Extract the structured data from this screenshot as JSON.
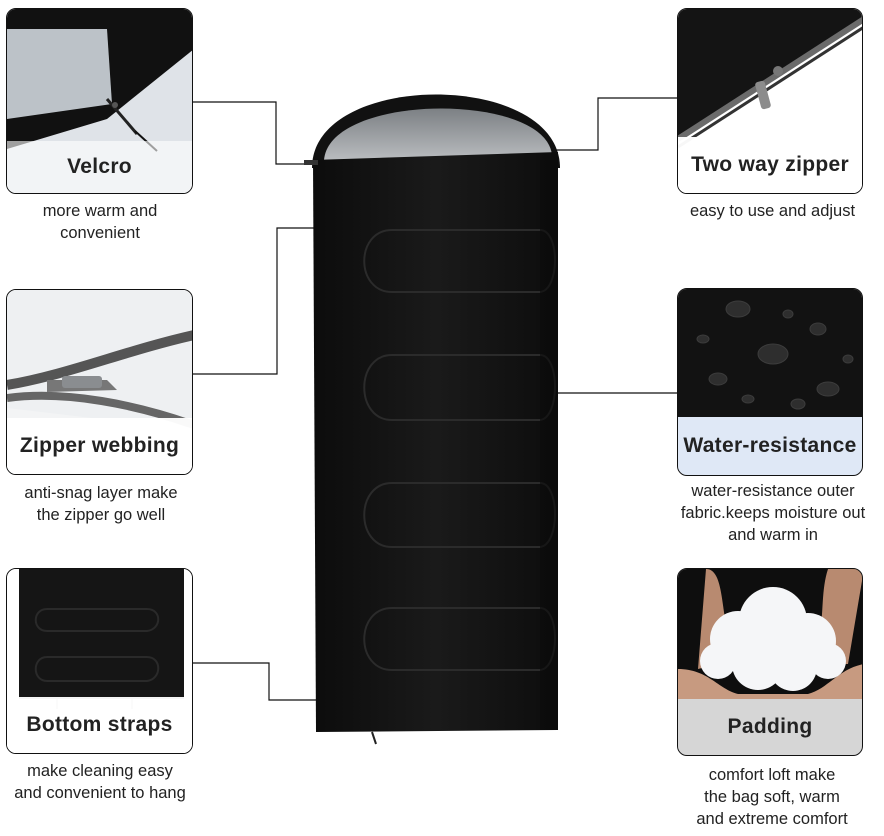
{
  "colors": {
    "bag_black": "#111111",
    "hood_lining": "#a8abae",
    "label_blue": "#dfe8f6",
    "label_grey": "#d6d6d6",
    "line": "#111111"
  },
  "features": [
    {
      "id": "velcro",
      "title": "Velcro",
      "caption": "more warm and\nconvenient",
      "icon": "velcro-closeup-photo"
    },
    {
      "id": "zipper_webbing",
      "title": "Zipper webbing",
      "caption": "anti-snag layer make\nthe zipper go well",
      "icon": "zipper-closeup-photo"
    },
    {
      "id": "bottom_straps",
      "title": "Bottom straps",
      "caption": "make cleaning easy\nand convenient to hang",
      "icon": "bag-bottom-photo"
    },
    {
      "id": "two_way_zipper",
      "title": "Two way zipper",
      "caption": "easy to use and adjust",
      "icon": "zipper-pull-photo"
    },
    {
      "id": "water_resistance",
      "title": "Water-resistance",
      "caption": "water-resistance outer\nfabric.keeps moisture out\nand warm in",
      "icon": "water-droplets-photo"
    },
    {
      "id": "padding",
      "title": "Padding",
      "caption": "comfort loft make\nthe bag soft, warm\nand extreme comfort",
      "icon": "cotton-padding-photo"
    }
  ]
}
